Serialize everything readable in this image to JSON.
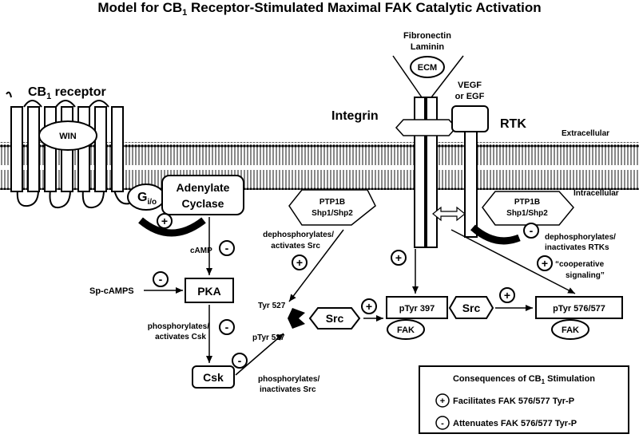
{
  "title": {
    "pre": "Model for CB",
    "sub": "1",
    "post": " Receptor-Stimulated Maximal FAK Catalytic Activation"
  },
  "receptor": {
    "pre": "CB",
    "sub": "1",
    "post": " receptor",
    "ligand": "WIN"
  },
  "g_protein": {
    "main": "G",
    "sub": "i/o"
  },
  "adenylate_cyclase": {
    "line1": "Adenylate",
    "line2": "Cyclase"
  },
  "ecm": {
    "line1": "Fibronectin",
    "line2": "Laminin",
    "label": "ECM"
  },
  "integrin": "Integrin",
  "rtk": {
    "label": "RTK",
    "ligand_line1": "VEGF",
    "ligand_line2": "or EGF"
  },
  "compartments": {
    "extracellular": "Extracellular",
    "intracellular": "Intracellular"
  },
  "ptp_left": {
    "line1": "PTP1B",
    "line2": "Shp1/Shp2"
  },
  "ptp_right": {
    "line1": "PTP1B",
    "line2": "Shp1/Shp2"
  },
  "annotations": {
    "dephos_src_1": "dephosphorylates/",
    "dephos_src_2": "activates Src",
    "dephos_rtk_1": "dephosphorylates/",
    "dephos_rtk_2": "inactivates RTKs",
    "camp": "cAMP",
    "sp_camps": "Sp-cAMPS",
    "phos_csk_1": "phosphorylates/",
    "phos_csk_2": "activates Csk",
    "phos_src_1": "phosphorylates/",
    "phos_src_2": "inactivates Src",
    "coop_1": "“cooperative",
    "coop_2": "signaling”",
    "tyr527": "Tyr 527",
    "ptyr527": "pTyr 527"
  },
  "nodes": {
    "pka": "PKA",
    "csk": "Csk",
    "src": "Src",
    "src2": "Src",
    "ptyr397": "pTyr 397",
    "ptyr576": "pTyr 576/577",
    "fak1": "FAK",
    "fak2": "FAK"
  },
  "signs": {
    "plus": "+",
    "minus": "-"
  },
  "legend": {
    "title_pre": "Consequences of CB",
    "title_sub": "1",
    "title_post": " Stimulation",
    "plus_label": "Facilitates FAK 576/577 Tyr-P",
    "minus_label": "Attenuates FAK 576/577 Tyr-P"
  }
}
